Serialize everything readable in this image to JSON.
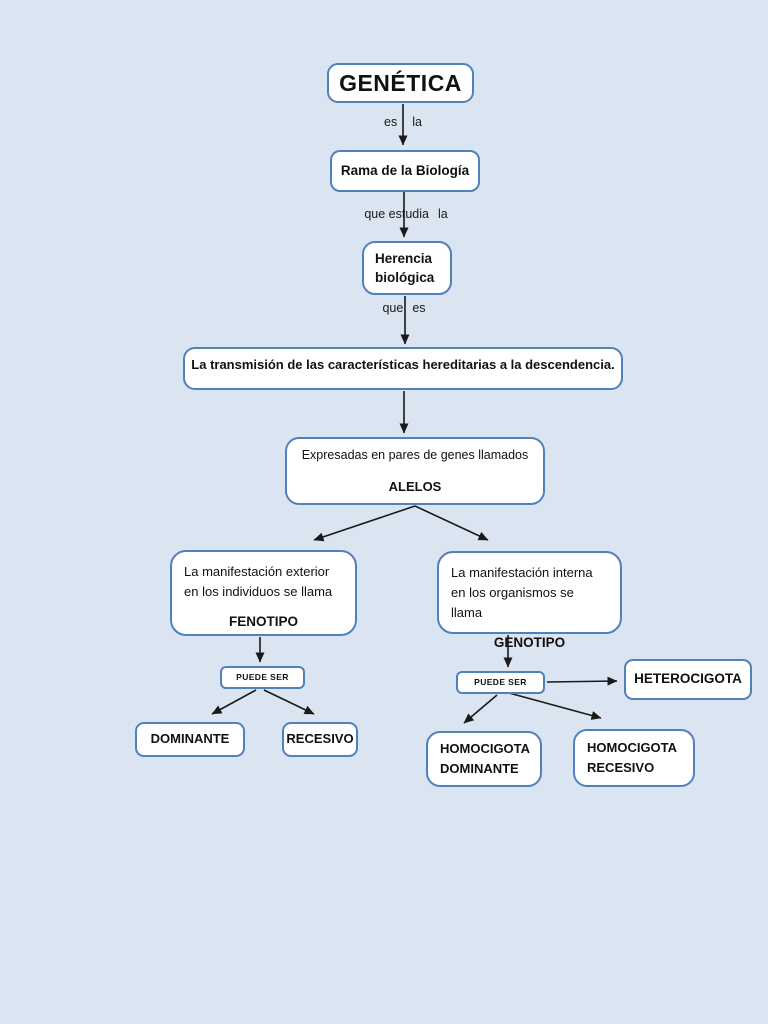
{
  "colors": {
    "page_bg": "#dbe5f1",
    "box_fill": "#ffffff",
    "box_border": "#4f81bd",
    "text": "#111111",
    "arrow": "#1a1a1a"
  },
  "nodes": {
    "genetica": {
      "label": "GENÉTICA"
    },
    "rama": {
      "label": "Rama de la Biología"
    },
    "herencia": {
      "line1": "Herencia",
      "line2": "biológica"
    },
    "transmision": {
      "label": "La transmisión de las características hereditarias  a la descendencia."
    },
    "alelos": {
      "line1": "Expresadas en pares de genes llamados",
      "line2": "ALELOS"
    },
    "fenotipo": {
      "line1": "La manifestación exterior",
      "line2": "en los individuos se llama",
      "line3": "FENOTIPO"
    },
    "genotipo": {
      "line1": "La manifestación interna",
      "line2": "en los organismos se llama",
      "line3": "GENOTIPO"
    },
    "puede_ser_fenotipo": {
      "label": "PUEDE SER"
    },
    "puede_ser_genotipo": {
      "label": "PUEDE SER"
    },
    "dominante": {
      "label": "DOMINANTE"
    },
    "recesivo": {
      "label": "RECESIVO"
    },
    "heterocigota": {
      "label": "HETEROCIGOTA"
    },
    "homocigota_dominante": {
      "line1": "HOMOCIGOTA",
      "line2": "DOMINANTE"
    },
    "homocigota_recesivo": {
      "line1": "HOMOCIGOTA",
      "line2": "RECESIVO"
    }
  },
  "edge_labels": {
    "es_la": {
      "left": "es",
      "right": "la"
    },
    "que_estudia_la": {
      "left": "que estudia",
      "right": "la"
    },
    "que_es": {
      "left": "que",
      "right": "es"
    }
  }
}
